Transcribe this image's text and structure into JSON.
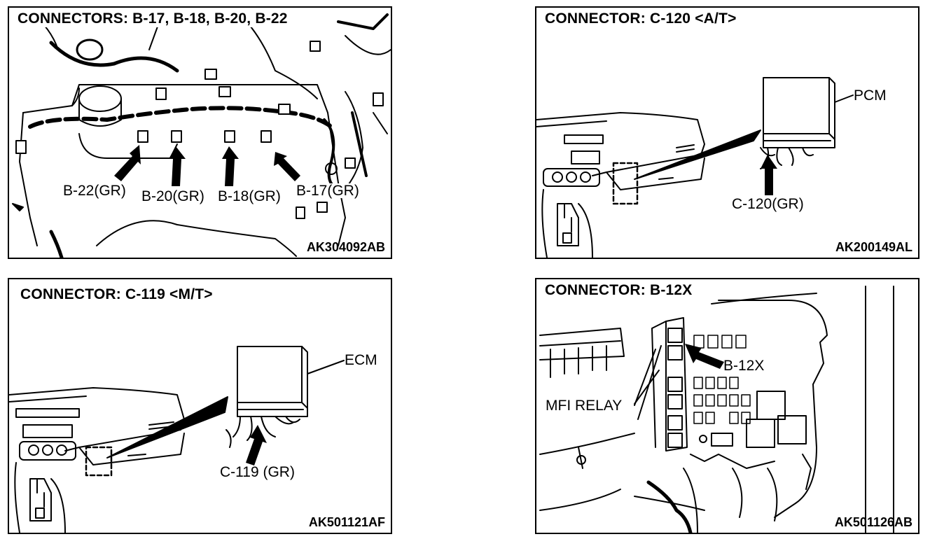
{
  "panels": [
    {
      "title": "CONNECTORS: B-17, B-18, B-20, B-22",
      "code": "AK304092AB",
      "labels": [
        "B-22(GR)",
        "B-20(GR)",
        "B-18(GR)",
        "B-17(GR)"
      ]
    },
    {
      "title": "CONNECTOR: C-120 <A/T>",
      "code": "AK200149AL",
      "labels": [
        "PCM",
        "C-120(GR)"
      ]
    },
    {
      "title": "CONNECTOR: C-119 <M/T>",
      "code": "AK501121AF",
      "labels": [
        "ECM",
        "C-119 (GR)"
      ]
    },
    {
      "title": "CONNECTOR: B-12X",
      "code": "AK501126AB",
      "labels": [
        "B-12X",
        "MFI RELAY"
      ]
    }
  ]
}
